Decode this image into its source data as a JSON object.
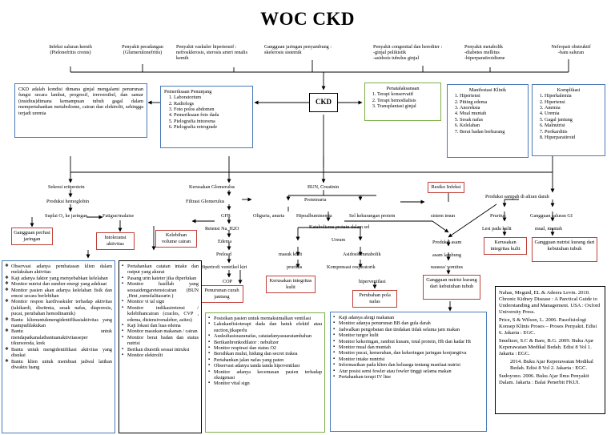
{
  "title": "WOC CKD",
  "top_causes": [
    [
      "Infeksi saluran kemih",
      "(Pielonefritis cronis)"
    ],
    [
      "Penyakit peradangan",
      "(Glumerulonefritis)"
    ],
    [
      "Penyakit vaskuler hipertensif :",
      "nefrosklerosis, sterosis arteri renalis",
      "kemih"
    ],
    [
      "Gangguan jaringan penyambung :",
      "skelerosis sistemik"
    ],
    [
      "Penyakit congenital dan herediter :",
      "-ginjal polikistik",
      "-asidosis tubulus ginjal"
    ],
    [
      "Penyakit metabolik",
      "-diabetes mellitus",
      "-hiperparatiroidisme"
    ],
    [
      "Nefropati obstruktif",
      "-batu saluran"
    ]
  ],
  "center_label": "CKD",
  "definition": "CKD adalah kondisi dimana ginjal mengalami penurunan fungsi secara lambat, progresif, irreversibel, dan samar (insidius)dimana kemampuan tubuh gagal dalam mempertahankan metabolisme, cairan dan elektrolit, sehingga terjadi uremia",
  "pemeriksaan": {
    "title": "Pemeriksaan Penunjang",
    "items": [
      "Laboratorium",
      "Radiologs",
      "Foto polos abdomen",
      "Pemeriksaan foto dada",
      "Pielografia intravena",
      "Pielografia retrograde"
    ]
  },
  "penatalaksanaan": {
    "title": "Penatalaksanaan",
    "items": [
      "Terapi konservatif",
      "Terapi hemodialisis",
      "Transplantasi ginjal"
    ]
  },
  "manifestasi": {
    "title": "Manifestasi Klinik",
    "items": [
      "Hipertensi",
      "Pitting edema",
      "Anoreksia",
      "Mual muntah",
      "Sesak nafas",
      "Kelelahan",
      "Berat badan berkurang"
    ]
  },
  "komplikasi": {
    "title": "Komplikasi",
    "items": [
      "Hiperkalemia",
      "Hipertensi",
      "Anemia",
      "Uremia",
      "Gagal jantung",
      "Malnutrisi",
      "Perikarditis",
      "Hiperparatiroid"
    ]
  },
  "branches": {
    "sekresi": "Sekresi eritprotein",
    "kerusakan": "Kerusakan Glomerulus",
    "bun": "BUN, Creatinin",
    "resiko": "Resiko Infeksi",
    "produksi_sampah": "Produksi sampah di aliran darah",
    "produksi_hb": "Produksi hemoglobin",
    "filtrasi": "Filtrasi Glomerulus",
    "proteinuria": "Proteinuria",
    "suplai": "Suplai O₂ ke jaringan",
    "fatigue": "Fatigue/malaise",
    "gfr": "GFR",
    "oliguria": "Oliguria, anuria",
    "hipoalbu": "Hipoalbuminemia",
    "sel_kekurangan": "Sel kekurangan protein",
    "sistem_imun": "sistem imun",
    "pruritus": "Pruritus",
    "gangguan_gi": "Gangguan saluran GI",
    "retensi": "Retensi Na, H2O",
    "katabolisme": "Katabolisme protein dalam sel",
    "lesi": "Lesi pada kulit",
    "mual_muntah": "mual, muntah",
    "edema": "Edema",
    "ureum": "Ureum",
    "produksi_asam": "Produksi asam",
    "preload": "Preload",
    "masuk_kulit": "masuk kulit",
    "asidosis": "Asidosis metabolik",
    "asam_lambung": "asam lambung",
    "hipertrofi": "Hipertrofi ventrikel kiri",
    "pruritus2": "pruritus",
    "kompensasi": "Kompensasi respiratorik",
    "nausea": "nausea/ vomitus",
    "cop": "COP",
    "hiperventilasi": "hiperventilasi"
  },
  "diagnoses": {
    "gangguan_perfusi": "Gangguan perfusi jaringan",
    "intoleransi": "Intoleransi aktivitas",
    "kelebihan": "Kelebihan volume cairan",
    "penurunan_curah": "Penurunan curah jantung",
    "kerusakan_kulit": "Kerusakan integritas kulit",
    "perubahan_pola": "Perubahan pola nafas",
    "gangguan_nutrisi_mid": "Gangguan nutrisi kurang dari kebutuhan tubuh",
    "kerusakan_integritas_right": "Kerusakan integritas kulit",
    "gangguan_nutrisi_right": "Gangguan nutrisi kurang dari kebutuhan tubuh"
  },
  "interventions": {
    "aktivitas": [
      "Observasi adanya pembatasan klien dalam melakukan aktivitas",
      "Kaji adanya faktor yang menyebabkan kelelahan",
      "Monitor nutrisi dan sumber energi yang adekuat",
      "Monitor pasien akan adanya kelelahan fisik dan emosi secara berlebihan",
      "Monitor respon kardivaskuler terhadap aktivitas (takikardi, disritmia, sesak nafas, diaporesis, pucat, perubahan hemodinamik)",
      "Bantu klienuntukmengidentifikasiaktivitas yang mampudilakukan",
      "Bantu untuk mendapatkanalatbantuanaktivitasseper tikursoroda, krek",
      "Bantu untuk mengidentifikasi aktivitas yang disukai",
      "Bantu klien untuk membuat jadwal latihan diwaktu luang"
    ],
    "cairan": [
      "Pertahankan catatan intake dan output yang akurat",
      "Pasang urin kateter jika diperlukan",
      "Monitor hasillab yang sesuaidengaretensicairan (BUN ,Hmt ,osmolalitasurin )",
      "Monitor vi tal sign",
      "Monitor indikasiretensi / kelebihancairan (cracles, CVP , edema, distensivenaleher, asites)",
      "Kaji lokasi dan luas edema",
      "Monitor masukan makanan / cairan",
      "Monitor berat badan dan status nutrisi",
      "Berikan diuretik sesuai intruksi",
      "Monitor elektrolit"
    ],
    "nafas": [
      "Posisikan pasien untuk memaksimalkan ventilasi",
      "Lakukanfisioterapi dada dan batuk efektif atau suction,jikaperlu",
      "Auskultasisuaranafas, catatadanyasuaratambahan",
      "Berikanbronkodilator : nebulizer",
      "Monitor respirasi dan status O2",
      "Bersihkan mulut, hidung dan secret trakea",
      "Pertahankan jalan nafas yang paten",
      "Observasi adanya tanda tanda hipoventilasi",
      "Monitor adanya kecemasan pasien terhadap oksigenasi",
      "Monitor vital sign"
    ],
    "nutrisi": [
      "Kaji adanya alergi makanan",
      "Monitor adanya penurunan BB dan gula darah",
      "Jadwalkan pengobatan dan tindakan tidak selama jam makan",
      "Monitor turgor kulit",
      "Monitor kekeringan, rambut kusam, total protein, Hb dan kadar Ht",
      "Monitor mual dan muntah",
      "Monitor pucat, kemerahan, dan kekeringan jaringan konjungtiva",
      "Monitor intake nuntrisi",
      "Informasikan pada klien dan keluarga tentang manfaat nutrisi",
      "Atur posisi semi fowler atau fowler tinggi selama makan",
      "Pertahankan terapi IV line"
    ]
  },
  "references": [
    "Nahas, Meguid, EL & Adeera Levin. 2010. Chronic Kidney Disease : A Parctical Guide to Understanding and Management. USA : Oxford University Press.",
    "Price, S & Wilson, L. 2006. Pasofisiologi Konsep Klinis Proses – Proses Penyakit. Edisi 6. Jakarta : EGC.",
    "Smeltzer, S.C & Bare, B.G. 2009. Buku Ajar Keperawatan Medikal Bedah. Edisi 8 Vol 1. Jakarta : EGC.",
    "2014. Buku Ajar Keperawatan Medikal Bedah. Edisi 8 Vol 2. Jakarta : EGC.",
    "Sudoyono. 2006. Buku Ajar Ilmu Penyakit Dalam. Jakarta : Balai Penerbit FKUI."
  ]
}
